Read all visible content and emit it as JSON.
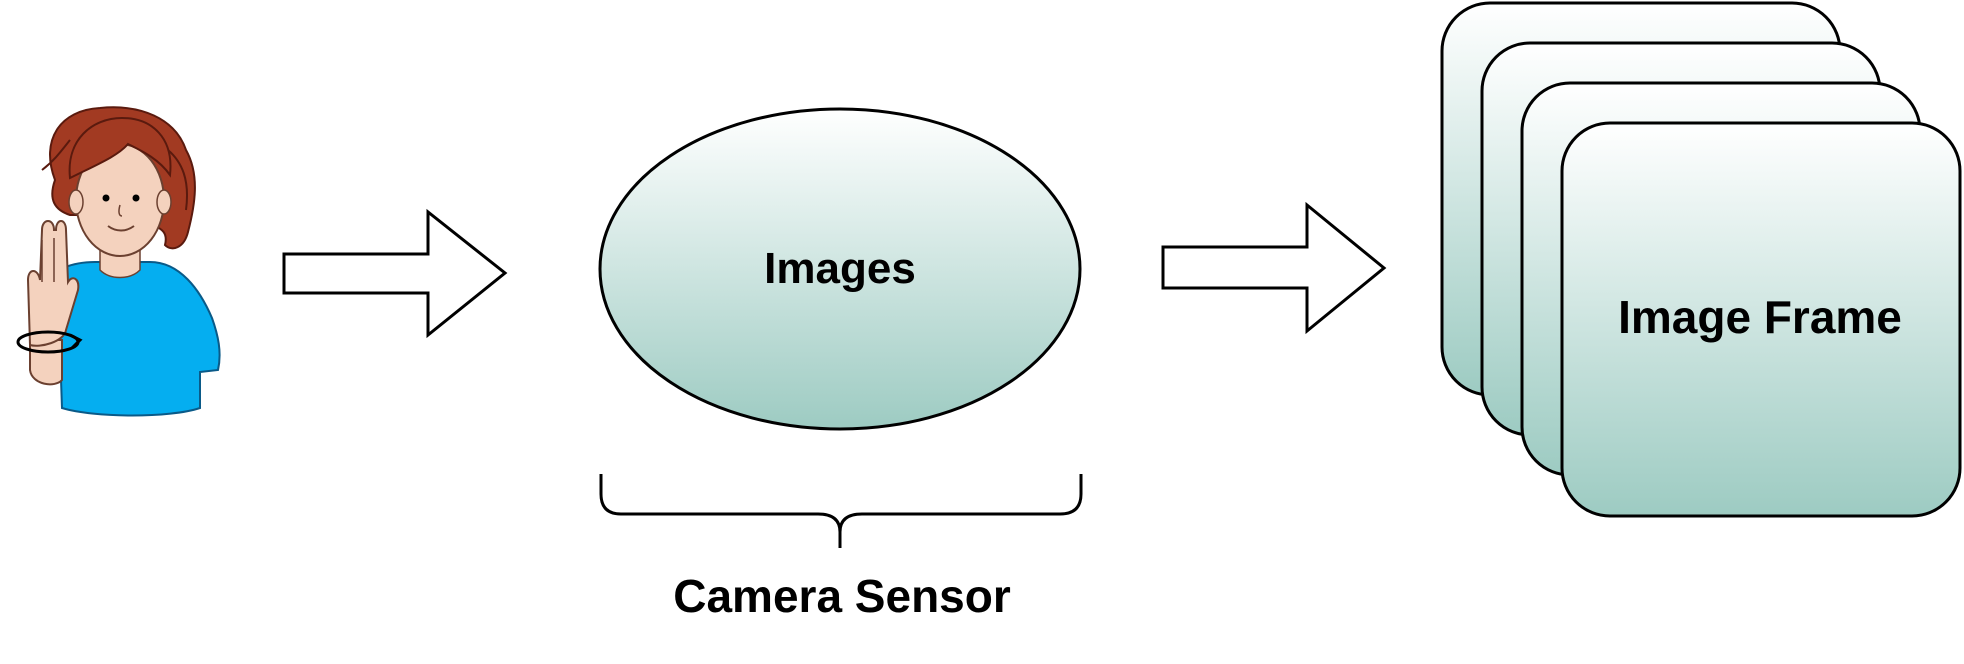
{
  "nodes": {
    "images_label": "Images",
    "sensor_label": "Camera Sensor",
    "frame_label": "Image Frame"
  },
  "icons": {
    "person": "person-signing-icon"
  },
  "colors": {
    "gradient_top": "#ffffff",
    "gradient_bottom": "#9dcbc2",
    "stroke": "#000000",
    "shirt": "#05aef0",
    "hair": "#a23a22",
    "skin": "#f4d2be"
  }
}
